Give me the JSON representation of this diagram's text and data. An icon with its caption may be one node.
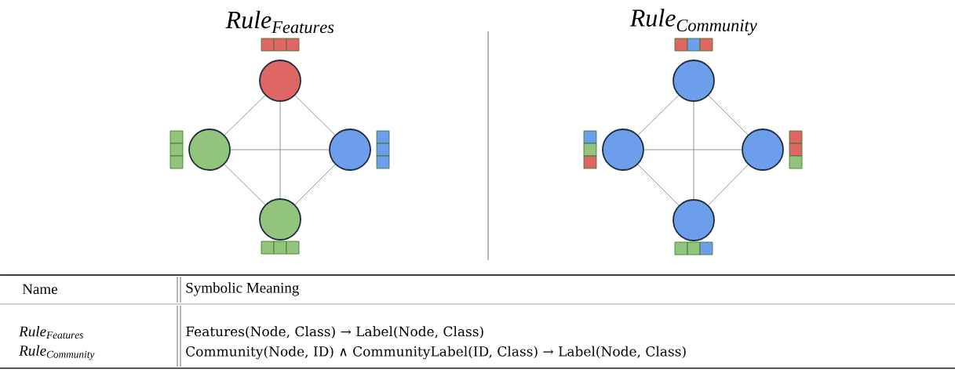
{
  "diagram": {
    "nodes": [
      {
        "text": [],
        "shape": "circle"
      },
      {
        "text": [],
        "shape": "circle"
      },
      {
        "text": [],
        "shape": "circle"
      },
      {
        "text": [],
        "shape": "circle"
      },
      {
        "text": [],
        "shape": "circle"
      },
      {
        "text": [],
        "shape": "circle"
      },
      {
        "text": [],
        "shape": "circle"
      },
      {
        "text": [],
        "shape": "circle"
      }
    ],
    "edges": [
      {
        "from": 0,
        "to": 1,
        "arrow": "none"
      },
      {
        "from": 0,
        "to": 2,
        "arrow": "none"
      },
      {
        "from": 0,
        "to": 3,
        "arrow": "none"
      },
      {
        "from": 1,
        "to": 2,
        "arrow": "none"
      },
      {
        "from": 1,
        "to": 3,
        "arrow": "none"
      },
      {
        "from": 2,
        "to": 3,
        "arrow": "none"
      },
      {
        "from": 4,
        "to": 5,
        "arrow": "none"
      },
      {
        "from": 4,
        "to": 6,
        "arrow": "none"
      },
      {
        "from": 4,
        "to": 7,
        "arrow": "none"
      },
      {
        "from": 5,
        "to": 6,
        "arrow": "none"
      },
      {
        "from": 5,
        "to": 7,
        "arrow": "none"
      },
      {
        "from": 6,
        "to": 7,
        "arrow": "none"
      }
    ],
    "labels": [
      "\\mathit{Rule}_{\\mathit{Features}}",
      "\\mathit{Rule}_{\\mathit{Community}}",
      "Name",
      "Symbolic Meaning",
      "\\mathit{Rule}_{\\mathit{Features}}",
      "Features(Node, Class) → Label(Node, Class)",
      "\\mathit{Rule}_{\\mathit{Community}}",
      "Community(Node, ID) ∧ CommunityLabel(ID, Class) → Label(Node, Class)"
    ]
  }
}
